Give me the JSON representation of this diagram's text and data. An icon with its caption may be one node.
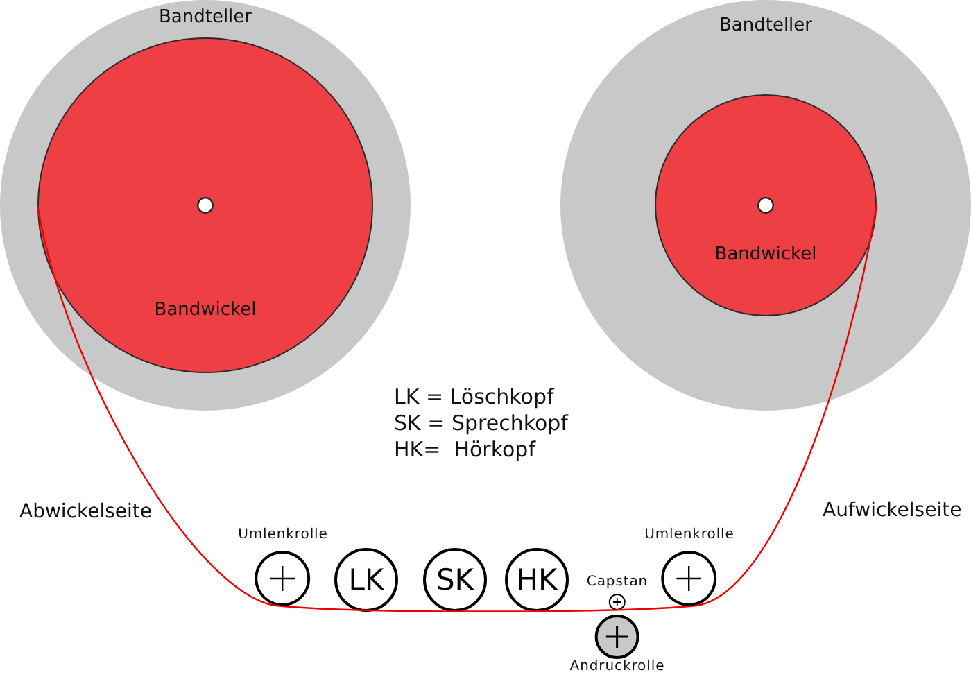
{
  "diagram": {
    "nodes": [
      {
        "text": [
          "Bandteller"
        ]
      },
      {
        "text": [
          "Bandwickel"
        ],
        "in": 0
      },
      {
        "text": [
          "Bandteller"
        ]
      },
      {
        "text": [
          "Bandwickel"
        ],
        "in": 2
      },
      {
        "text": [
          "Umlenkrolle"
        ]
      },
      {
        "text": [
          "LK"
        ]
      },
      {
        "text": [
          "SK"
        ]
      },
      {
        "text": [
          "HK"
        ]
      },
      {
        "text": [
          "Capstan"
        ]
      },
      {
        "text": [
          "Umlenkrolle"
        ]
      },
      {
        "text": [
          "Andruckrolle"
        ]
      }
    ],
    "edges": [
      {
        "from": 1,
        "to": 4,
        "arrow": "none"
      },
      {
        "from": 4,
        "to": 9,
        "arrow": "none"
      },
      {
        "from": 9,
        "to": 3,
        "arrow": "none"
      }
    ],
    "labels": [
      "LK = Löschkopf",
      "SK = Sprechkopf",
      "HK=  Hörkopf",
      "Abwickelseite",
      "Aufwickelseite"
    ]
  }
}
